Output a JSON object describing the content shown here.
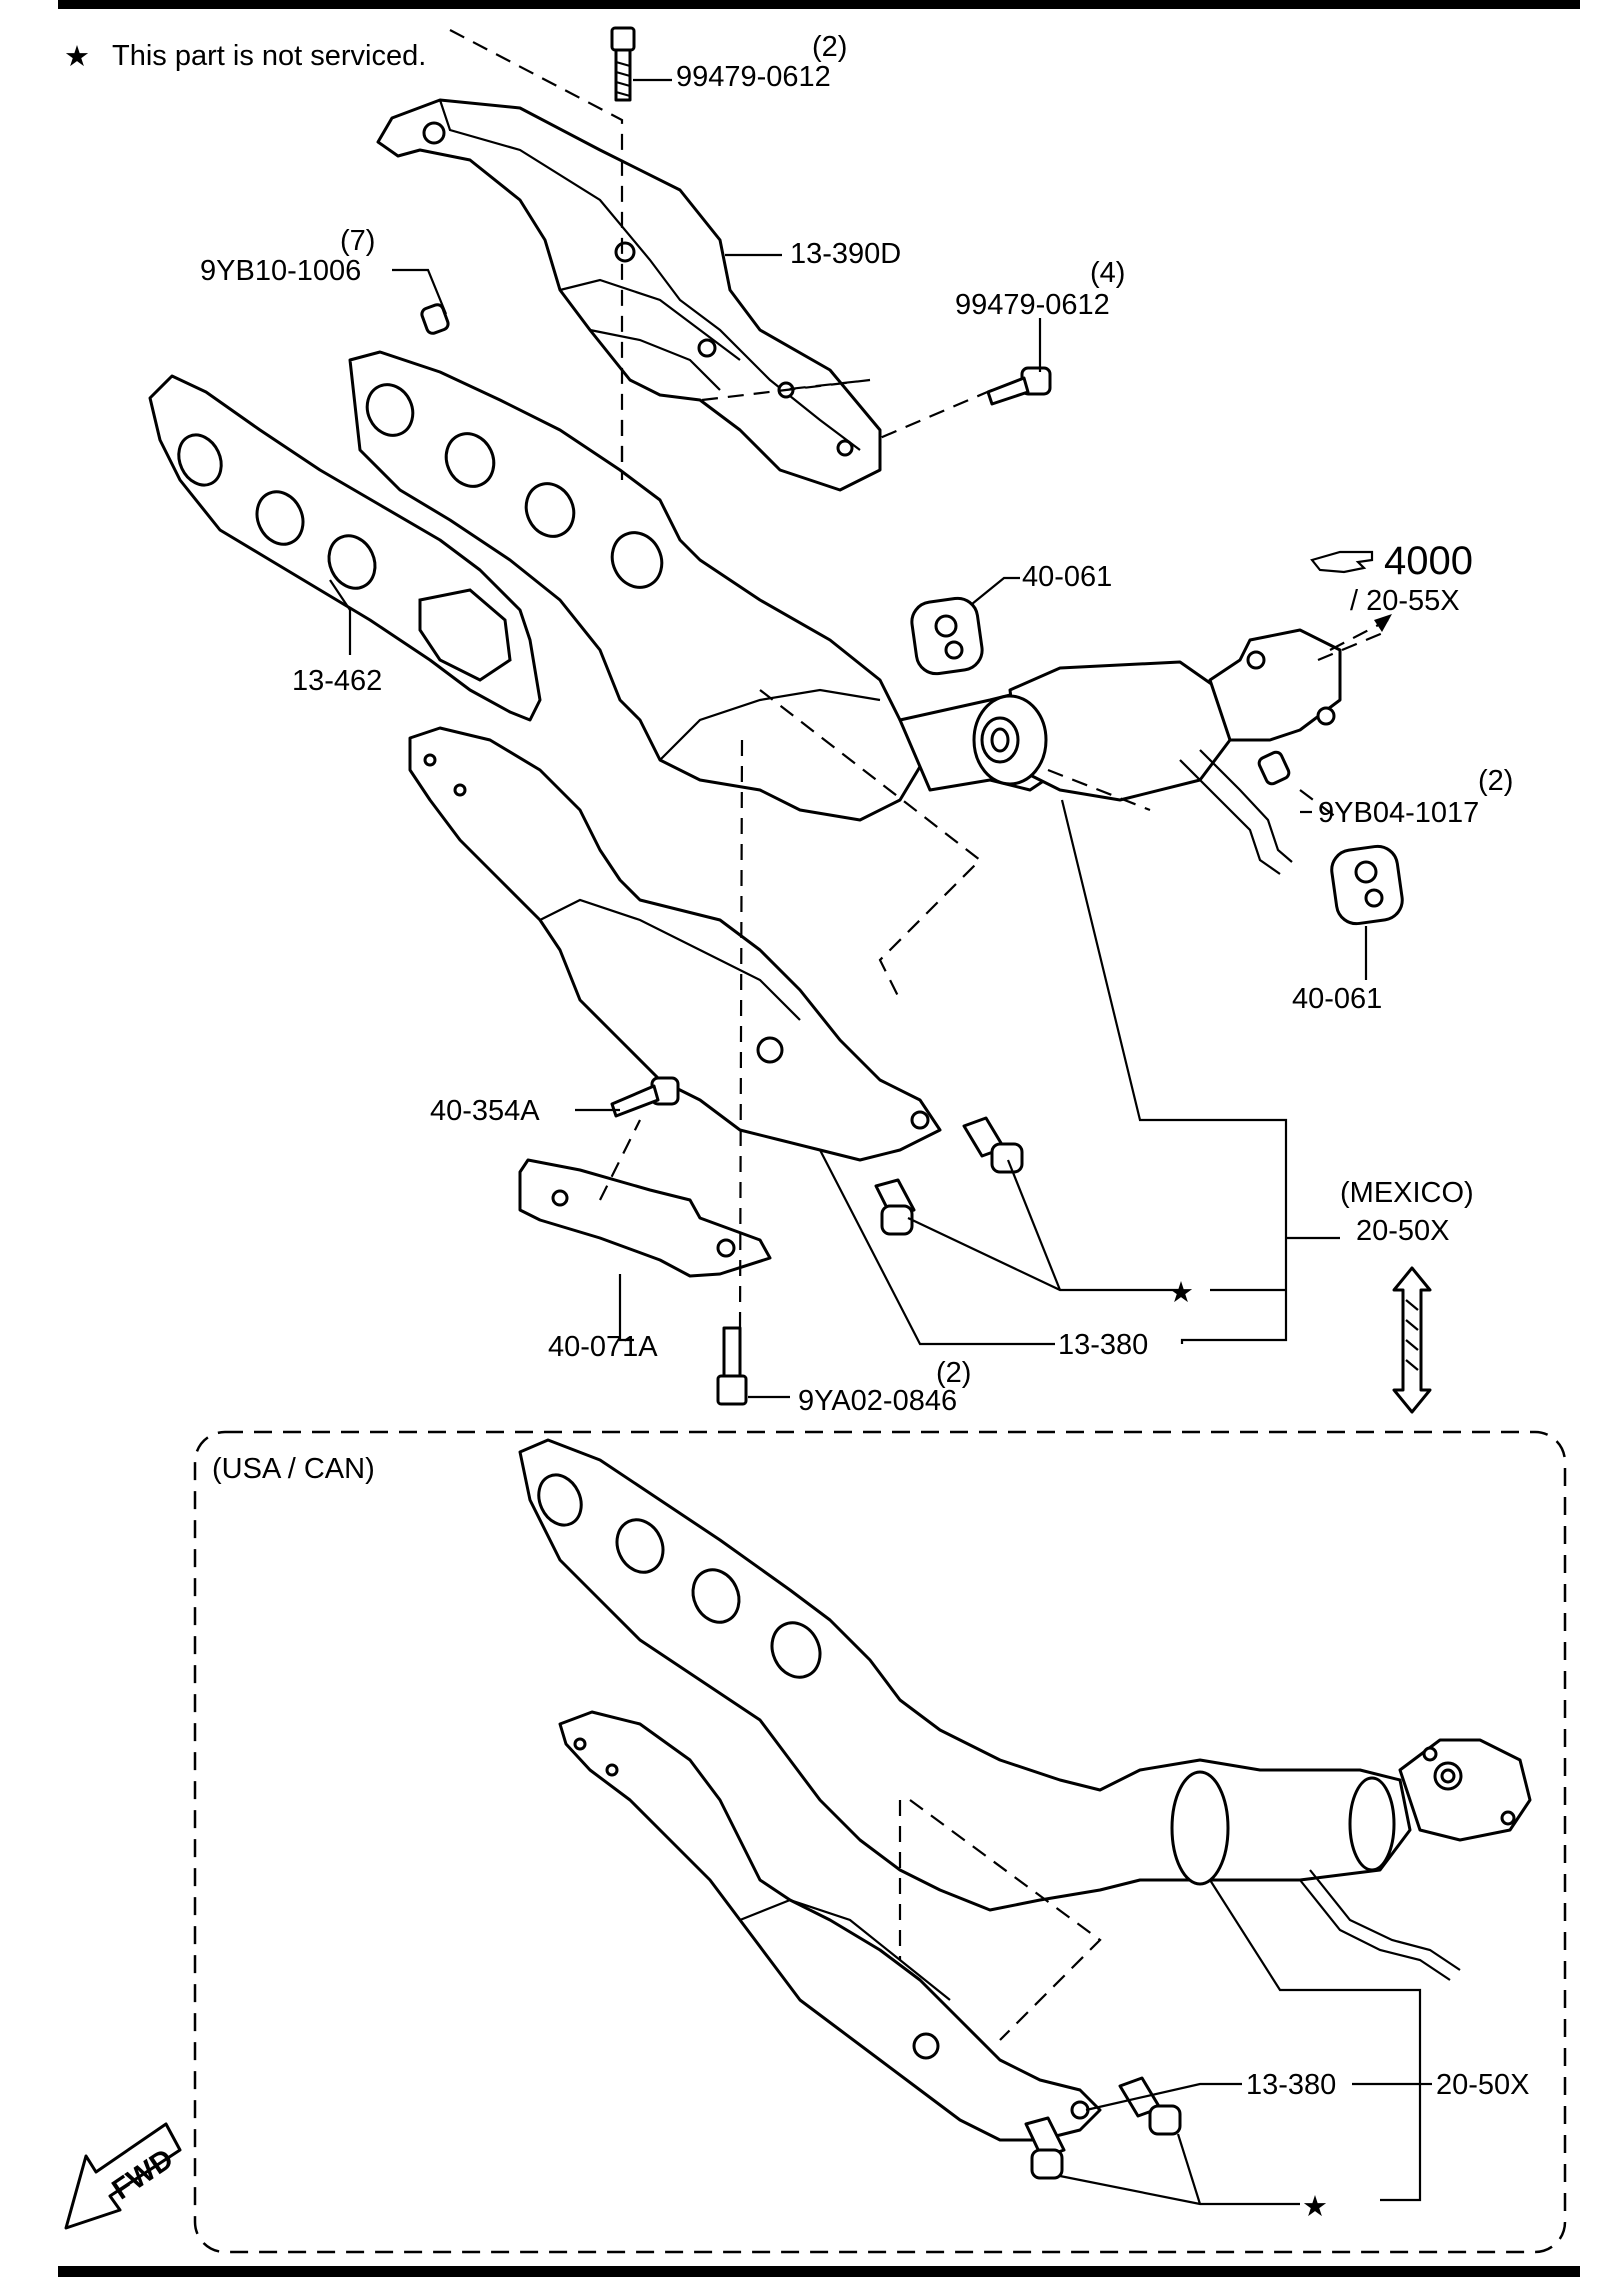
{
  "legend": {
    "star_symbol": "★",
    "note": "This part is not serviced."
  },
  "regions": {
    "mexico": "(MEXICO)",
    "usa_can": "(USA / CAN)"
  },
  "callouts": {
    "bolt_top_qty": "(2)",
    "bolt_top_part": "99479-0612",
    "heat_shield_upper": "13-390D",
    "nut_qty": "(7)",
    "nut_part": "9YB10-1006",
    "bolt_right_qty": "(4)",
    "bolt_right_part": "99479-0612",
    "gasket": "13-462",
    "insulator_upper": "40-061",
    "ref_section": "4000",
    "ref_sub": "/ 20-55X",
    "nut_right_qty": "(2)",
    "nut_right_part": "9YB04-1017",
    "insulator_lower": "40-061",
    "bolt_bracket": "40-354A",
    "bracket": "40-071A",
    "assy_mexico": "20-50X",
    "heat_shield_lower": "13-380",
    "bolt_bottom_qty": "(2)",
    "bolt_bottom_part": "9YA02-0846",
    "usa_heat_shield": "13-380",
    "usa_assy": "20-50X",
    "fwd": "FWD"
  },
  "icons": [
    "star-icon",
    "pointing-hand-icon",
    "fwd-arrow-icon",
    "double-arrow-icon"
  ]
}
